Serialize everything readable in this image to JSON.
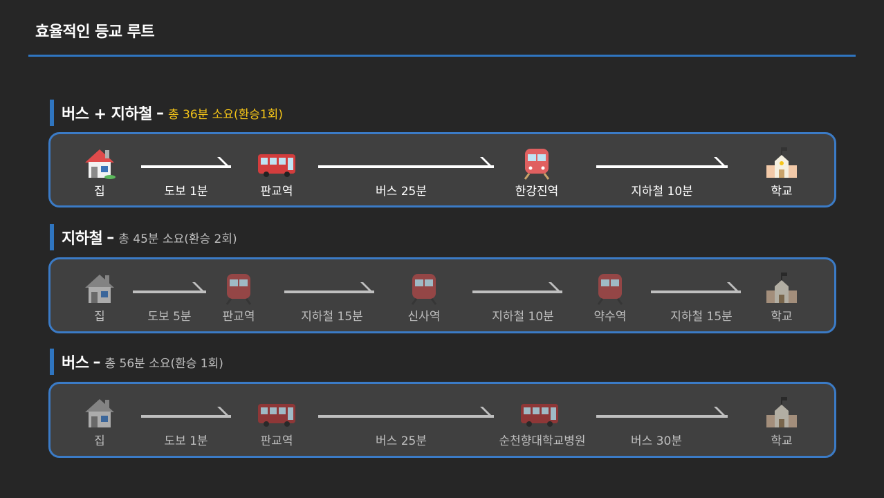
{
  "page": {
    "title": "효율적인 등교 루트"
  },
  "colors": {
    "accent": "#2f75c0",
    "highlight": "#f5c518",
    "muted": "#bfbfbf",
    "card_bg": "#404040"
  },
  "routes": [
    {
      "name": "버스 + 지하철",
      "summary": "총 36분 소요(환승1회)",
      "stops": [
        "집",
        "판교역",
        "한강진역",
        "학교"
      ],
      "stop_icons": [
        "house-icon",
        "bus-icon",
        "train-icon",
        "school-icon"
      ],
      "segments": [
        "도보 1분",
        "버스 25분",
        "지하철 10분"
      ]
    },
    {
      "name": "지하철",
      "summary": "총 45분 소요(환승 2회)",
      "stops": [
        "집",
        "판교역",
        "신사역",
        "약수역",
        "학교"
      ],
      "stop_icons": [
        "house-icon",
        "train-icon",
        "train-icon",
        "train-icon",
        "school-icon"
      ],
      "segments": [
        "도보 5분",
        "지하철 15분",
        "지하철 10분",
        "지하철 15분"
      ]
    },
    {
      "name": "버스",
      "summary": "총 56분 소요(환승 1회)",
      "stops": [
        "집",
        "판교역",
        "순천향대학교병원",
        "학교"
      ],
      "stop_icons": [
        "house-icon",
        "bus-icon",
        "bus-icon",
        "school-icon"
      ],
      "segments": [
        "도보 1분",
        "버스 25분",
        "버스 30분"
      ]
    }
  ]
}
